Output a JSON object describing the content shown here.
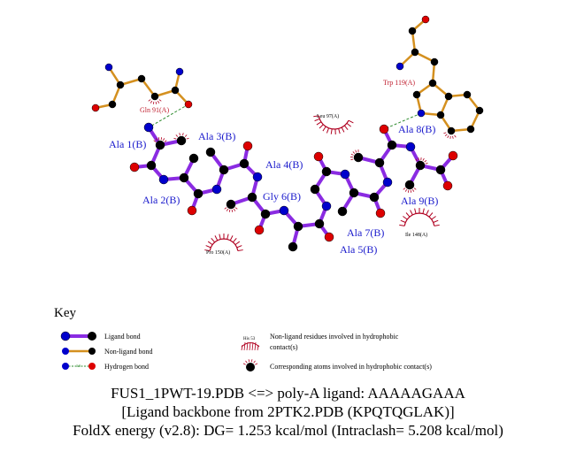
{
  "colors": {
    "ligand_bond": "#8a2be2",
    "nonligand_bond": "#d4901f",
    "hbond": "#2e8b2e",
    "carbon": "#000000",
    "nitrogen": "#0000cc",
    "oxygen": "#dd0000",
    "hydrophobic": "#b00020",
    "ligand_label": "#1a1acc",
    "residue_label": "#c02030"
  },
  "ligand_residues": [
    "Ala 1(B)",
    "Ala 2(B)",
    "Ala 3(B)",
    "Ala 4(B)",
    "Ala 5(B)",
    "Gly 6(B)",
    "Ala 7(B)",
    "Ala 8(B)",
    "Ala 9(B)"
  ],
  "hbond_residues": [
    "Gln 91(A)",
    "Trp 119(A)"
  ],
  "hydrophobic_residues": [
    "Leu 97(A)",
    "Pro 150(A)",
    "Ile 148(A)"
  ],
  "key": {
    "title": "Key",
    "ligand_bond": "Ligand bond",
    "nonligand_bond": "Non-ligand bond",
    "hydrogen_bond": "Hydrogen bond",
    "hbond_length": "3.0",
    "example_residue": "His 53",
    "hydrophobic_residues_line1": "Non-ligand residues involved in hydrophobic",
    "hydrophobic_residues_line2": "contact(s)",
    "hydrophobic_atoms": "Corresponding atoms involved in hydrophobic contact(s)"
  },
  "caption": {
    "line1": "FUS1_1PWT-19.PDB <=> poly-A ligand: AAAAAGAAA",
    "line2": "[Ligand backbone from 2PTK2.PDB (KPQTQGLAK)]",
    "line3": "FoldX energy (v2.8): DG= 1.253 kcal/mol (Intraclash= 5.208 kcal/mol)"
  }
}
